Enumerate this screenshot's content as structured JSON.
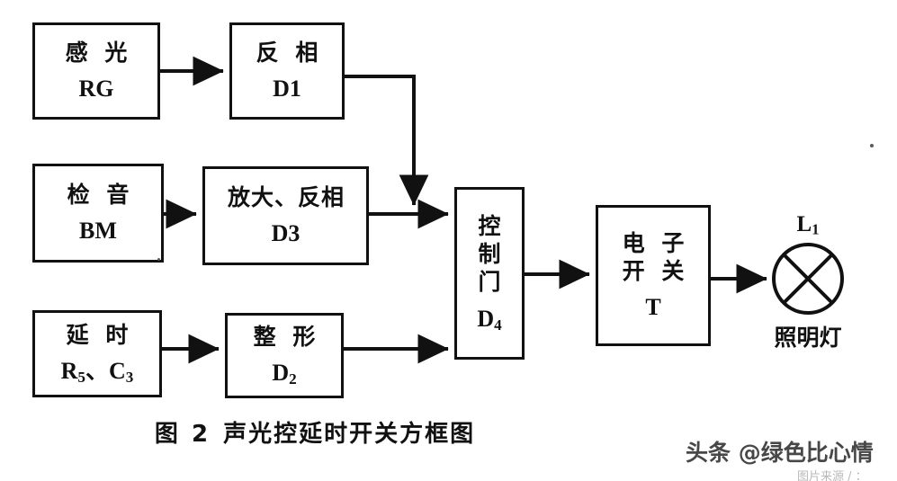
{
  "figure": {
    "caption_number": "图 2",
    "caption_text": "声光控延时开关方框图",
    "watermark": "头条 @绿色比心情",
    "source_note": "图片来源 / ："
  },
  "colors": {
    "ink": "#111111",
    "paper": "#ffffff",
    "watermark": "#2e2e2e"
  },
  "blocks": [
    {
      "id": "photo-sensor",
      "cn": "感 光",
      "code": "RG",
      "code_sub": ""
    },
    {
      "id": "inverter-d1",
      "cn": "反 相",
      "code": "D1",
      "code_sub": ""
    },
    {
      "id": "sound-detector",
      "cn": "检 音",
      "code": "BM",
      "code_sub": ""
    },
    {
      "id": "amp-inverter-d3",
      "cn": "放大、反相",
      "code": "D3",
      "code_sub": ""
    },
    {
      "id": "delay",
      "cn": "延 时",
      "code": "R",
      "code_sub": "5",
      "code_tail": "、C",
      "code_tail_sub": "3"
    },
    {
      "id": "shaper-d2",
      "cn": "整 形",
      "code": "D",
      "code_sub": "2"
    },
    {
      "id": "control-gate-d4",
      "cn_char_1": "控",
      "cn_char_2": "制",
      "cn_char_3": "门",
      "code": "D",
      "code_sub": "4"
    },
    {
      "id": "electronic-switch",
      "cn_line_1": "电 子",
      "cn_line_2": "开 关",
      "code": "T",
      "code_sub": ""
    }
  ],
  "lamp": {
    "label_top": "L",
    "label_top_sub": "1",
    "label_bottom": "照明灯"
  }
}
